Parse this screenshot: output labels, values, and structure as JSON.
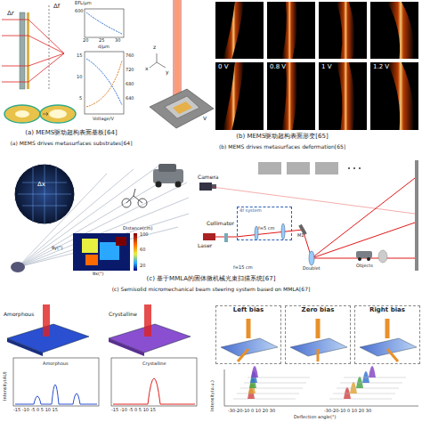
{
  "diagram": {
    "nodes": [
      {
        "text": [
          "4f system"
        ]
      },
      {
        "text": [
          "Left bias"
        ]
      },
      {
        "text": [
          "Zero bias"
        ]
      },
      {
        "text": [
          "Right bias"
        ]
      }
    ],
    "labels": [
      "Δr",
      "Δf",
      "EFL/μm",
      "600",
      "20",
      "25",
      "30",
      "d/μm",
      "15",
      "10",
      "5",
      "760",
      "720",
      "680",
      "640",
      "Voltage/V",
      "(a) MEMS驱动超构表面基板[64]",
      "(a) MEMS drives metasurfaces substrates[64]",
      "z",
      "x",
      "y",
      "V",
      "0 V",
      "0.8 V",
      "1 V",
      "1.2 V",
      "(b) MEMS驱动超构表面形变[65]",
      "(b) MEMS drives metasurfaces deformation[65]",
      "Δx",
      "θx(°)",
      "θy(°)",
      "Distance(cm)",
      "100",
      "60",
      "20",
      "Camera",
      "Collimator",
      "Laser",
      "f=5 cm",
      "f=15 cm",
      "M1",
      "Doublet",
      "Objects",
      "(c) 基于MMLA的固体微机械光束扫描系统[67]",
      "(c) Semisolid micromechanical beam steering system based on MMLA[67]",
      "Amorphous",
      "Crystalline",
      "Intensity(AU)",
      "Amorphous",
      "Crystalline",
      "-15 -10 -5 0 5 10 15",
      "-15 -10 -5 0 5 10 15",
      "Intensity(a.u.)",
      "-30-20-10 0 10 20 30",
      "-30-20-10 0 10 20 30",
      "Deflection angle(°)"
    ]
  }
}
